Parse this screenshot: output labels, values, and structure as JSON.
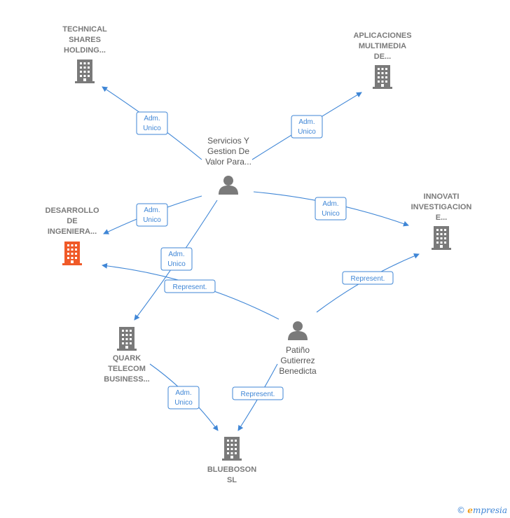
{
  "colors": {
    "edge": "#3f86d6",
    "company_icon": "#7a7a7a",
    "main_company_icon": "#f05a28",
    "person_icon": "#7a7a7a"
  },
  "companies": [
    {
      "id": "technical",
      "lines": [
        "TECHNICAL",
        "SHARES",
        "HOLDING..."
      ],
      "icon": "building-icon"
    },
    {
      "id": "aplicaciones",
      "lines": [
        "APLICACIONES",
        "MULTIMEDIA",
        "DE..."
      ],
      "icon": "building-icon"
    },
    {
      "id": "desarrollo",
      "lines": [
        "DESARROLLO",
        "DE",
        "INGENIERA..."
      ],
      "icon": "building-icon",
      "highlight": true
    },
    {
      "id": "innovati",
      "lines": [
        "INNOVATI",
        "INVESTIGACION",
        "E..."
      ],
      "icon": "building-icon"
    },
    {
      "id": "quark",
      "lines": [
        "QUARK",
        "TELECOM",
        "BUSINESS..."
      ],
      "icon": "building-icon"
    },
    {
      "id": "blueboson",
      "lines": [
        "BLUEBOSON",
        "SL"
      ],
      "icon": "building-icon"
    }
  ],
  "people": [
    {
      "id": "servicios",
      "lines": [
        "Servicios Y",
        "Gestion De",
        "Valor Para..."
      ],
      "icon": "person-icon"
    },
    {
      "id": "patino",
      "lines": [
        "Patiño",
        "Gutierrez",
        "Benedicta"
      ],
      "icon": "person-icon"
    }
  ],
  "relations": [
    {
      "id": "r1",
      "from": "servicios",
      "to": "technical",
      "lines": [
        "Adm.",
        "Unico"
      ]
    },
    {
      "id": "r2",
      "from": "servicios",
      "to": "aplicaciones",
      "lines": [
        "Adm.",
        "Unico"
      ]
    },
    {
      "id": "r3",
      "from": "servicios",
      "to": "desarrollo",
      "lines": [
        "Adm.",
        "Unico"
      ]
    },
    {
      "id": "r4",
      "from": "servicios",
      "to": "innovati",
      "lines": [
        "Adm.",
        "Unico"
      ]
    },
    {
      "id": "r5",
      "from": "servicios",
      "to": "quark",
      "lines": [
        "Adm.",
        "Unico"
      ]
    },
    {
      "id": "r6",
      "from": "patino",
      "to": "desarrollo",
      "lines": [
        "Represent."
      ]
    },
    {
      "id": "r7",
      "from": "patino",
      "to": "innovati",
      "lines": [
        "Represent."
      ]
    },
    {
      "id": "r8",
      "from": "quark",
      "to": "blueboson",
      "lines": [
        "Adm.",
        "Unico"
      ]
    },
    {
      "id": "r9",
      "from": "patino",
      "to": "blueboson",
      "lines": [
        "Represent."
      ]
    }
  ],
  "footer": {
    "copyright": "©",
    "brand_initial": "e",
    "brand_rest": "mpresia"
  }
}
